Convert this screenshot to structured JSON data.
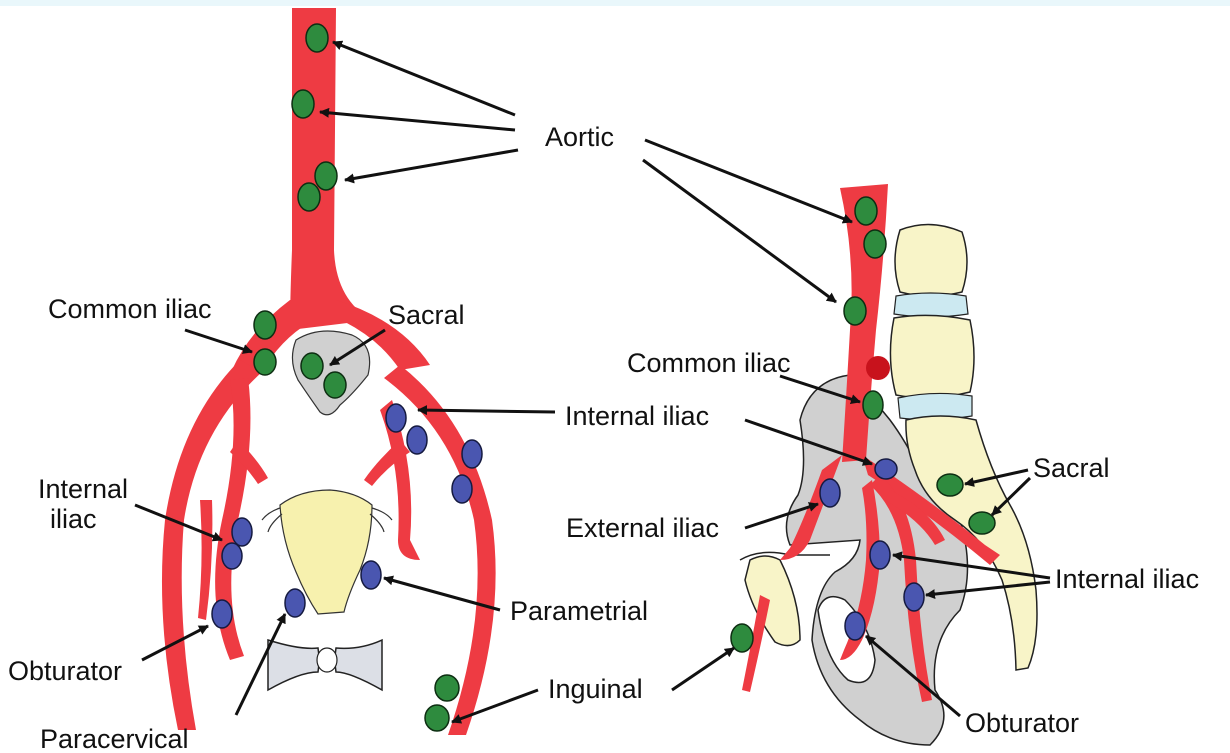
{
  "labels": {
    "aortic": "Aortic",
    "common_iliac_left": "Common iliac",
    "sacral_left": "Sacral",
    "internal_iliac_right_diagram": "Internal iliac",
    "internal_iliac_left_line1": "Internal",
    "internal_iliac_left_line2": "iliac",
    "parametrial": "Parametrial",
    "obturator_left": "Obturator",
    "paracervical": "Paracervical",
    "inguinal": "Inguinal",
    "common_iliac_right": "Common iliac",
    "external_iliac": "External iliac",
    "sacral_right": "Sacral",
    "internal_iliac_lateral": "Internal iliac",
    "obturator_right": "Obturator"
  },
  "colors": {
    "vessel": "#ee3b43",
    "para_aortic_node": "#2e8b3e",
    "pelvic_node": "#4a56b0",
    "uterus": "#f7f1ae",
    "bone": "#cfcfcf",
    "vertebra": "#f8f4c8",
    "disc": "#cce9f1",
    "arrow": "#111111"
  }
}
